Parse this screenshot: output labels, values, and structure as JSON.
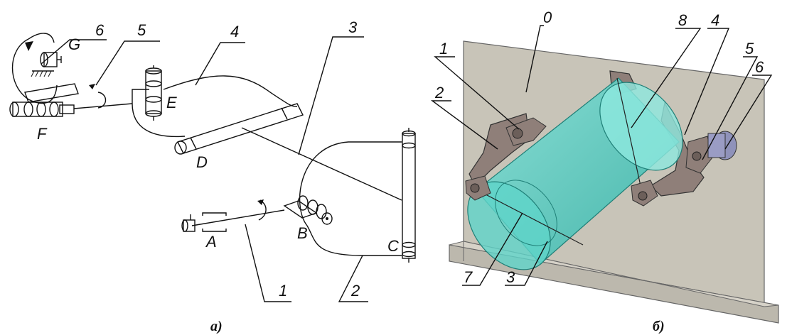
{
  "left_panel": {
    "caption": "а)",
    "leaders": [
      "1",
      "2",
      "3",
      "4",
      "5",
      "6"
    ],
    "points": [
      "A",
      "B",
      "C",
      "D",
      "E",
      "F",
      "G"
    ]
  },
  "right_panel": {
    "caption": "б)",
    "leaders": [
      "0",
      "1",
      "2",
      "3",
      "4",
      "5",
      "6",
      "7",
      "8"
    ]
  }
}
